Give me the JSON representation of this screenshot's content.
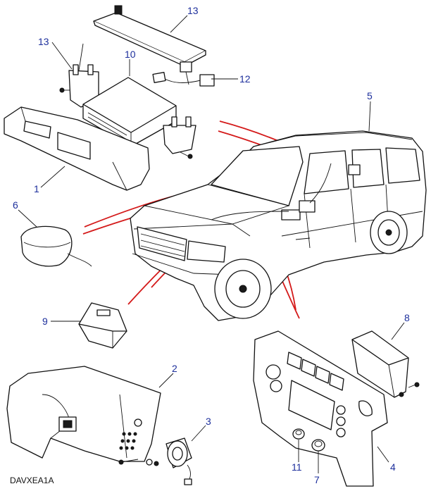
{
  "diagram": {
    "drawing_code": "DAVXEA1A",
    "callouts": [
      "1",
      "2",
      "3",
      "4",
      "5",
      "6",
      "7",
      "8",
      "9",
      "10",
      "11",
      "12",
      "13",
      "13"
    ],
    "colors": {
      "callout_text": "#1d2f9c",
      "leader_lines": "#d41a1a",
      "line_art": "#111111"
    }
  }
}
